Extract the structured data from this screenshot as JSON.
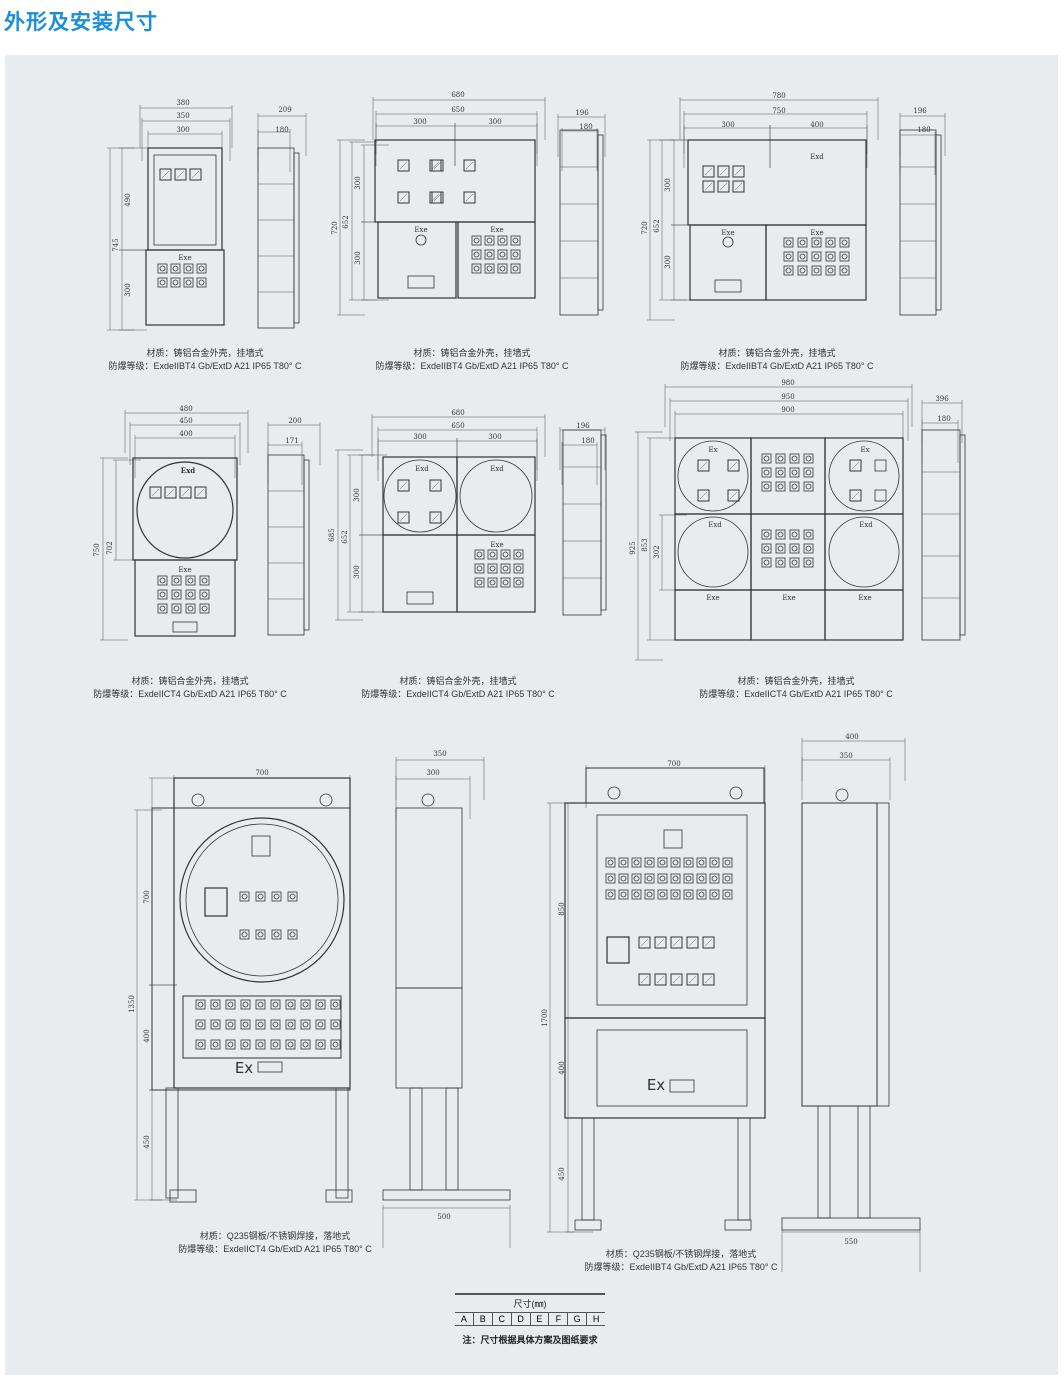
{
  "title": "外形及安装尺寸",
  "accent_color": "#1a8fd6",
  "figures": [
    {
      "dims": [
        "380",
        "350",
        "300",
        "209",
        "180",
        "490",
        "745",
        "300"
      ],
      "labels": [
        "Exe"
      ],
      "caption": {
        "material": "材质：铸铝合金外壳，挂墙式",
        "grade": "防爆等级：ExdeIIBT4 Gb/ExtD A21 IP65 T80° C"
      }
    },
    {
      "dims": [
        "680",
        "650",
        "300",
        "300",
        "196",
        "180",
        "720",
        "652",
        "300",
        "300"
      ],
      "labels": [
        "Exe",
        "Exe"
      ],
      "caption": {
        "material": "材质：铸铝合金外壳，挂墙式",
        "grade": "防爆等级：ExdeIIBT4 Gb/ExtD A21 IP65 T80° C"
      }
    },
    {
      "dims": [
        "780",
        "750",
        "300",
        "400",
        "196",
        "180",
        "720",
        "652",
        "300",
        "300"
      ],
      "labels": [
        "Exd",
        "Exe",
        "Exe"
      ],
      "caption": {
        "material": "材质：铸铝合金外壳，挂墙式",
        "grade": "防爆等级：ExdeIIBT4 Gb/ExtD A21 IP65 T80° C"
      }
    },
    {
      "dims": [
        "480",
        "450",
        "400",
        "200",
        "171",
        "750",
        "702"
      ],
      "labels": [
        "Exd",
        "Exe"
      ],
      "caption": {
        "material": "材质：铸铝合金外壳，挂墙式",
        "grade": "防爆等级：ExdeIICT4 Gb/ExtD A21 IP65 T80° C"
      }
    },
    {
      "dims": [
        "680",
        "650",
        "300",
        "300",
        "196",
        "180",
        "685",
        "652",
        "300",
        "300"
      ],
      "labels": [
        "Exd",
        "Exd",
        "Exe"
      ],
      "caption": {
        "material": "材质：铸铝合金外壳，挂墙式",
        "grade": "防爆等级：ExdeIICT4 Gb/ExtD A21 IP65 T80° C"
      }
    },
    {
      "dims": [
        "980",
        "950",
        "900",
        "396",
        "180",
        "925",
        "853",
        "302"
      ],
      "labels": [
        "Ex",
        "Ex",
        "Exd",
        "Exd",
        "Exe",
        "Exe",
        "Exe"
      ],
      "caption": {
        "material": "材质：铸铝合金外壳，挂墙式",
        "grade": "防爆等级：ExdeIICT4 Gb/ExtD A21 IP65 T80° C"
      }
    },
    {
      "dims": [
        "700",
        "350",
        "300",
        "500",
        "700",
        "1350",
        "400",
        "450"
      ],
      "labels": [
        "Ex"
      ],
      "caption": {
        "material": "材质：Q235钢板/不锈钢焊接，落地式",
        "grade": "防爆等级：ExdeIICT4 Gb/ExtD A21 IP65 T80° C"
      }
    },
    {
      "dims": [
        "700",
        "400",
        "350",
        "550",
        "850",
        "1700",
        "400",
        "450"
      ],
      "labels": [
        "Ex"
      ],
      "caption": {
        "material": "材质：Q235钢板/不锈钢焊接，落地式",
        "grade": "防爆等级：ExdeIIBT4 Gb/ExtD A21 IP65 T80° C"
      }
    }
  ],
  "size_table": {
    "header": "尺寸(㎜)",
    "columns": [
      "A",
      "B",
      "C",
      "D",
      "E",
      "F",
      "G",
      "H"
    ]
  },
  "note": "注：尺寸根据具体方案及图纸要求"
}
